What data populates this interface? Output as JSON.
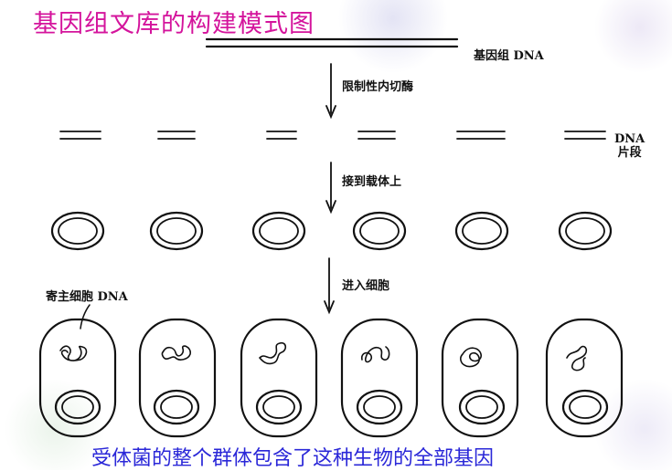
{
  "title": "基因组文库的构建模式图",
  "caption": "受体菌的整个群体包含了这种生物的全部基因",
  "labels": {
    "genomic_dna": "基因组 DNA",
    "restriction_enzyme": "限制性内切酶",
    "dna_fragment_line1": "DNA",
    "dna_fragment_line2": "片段",
    "attach_to_vector": "接到载体上",
    "enter_cell": "进入细胞",
    "host_cell_dna": "寄主细胞 DNA"
  },
  "colors": {
    "title": "#d4149c",
    "caption": "#2a27d8",
    "ink": "#111111"
  }
}
